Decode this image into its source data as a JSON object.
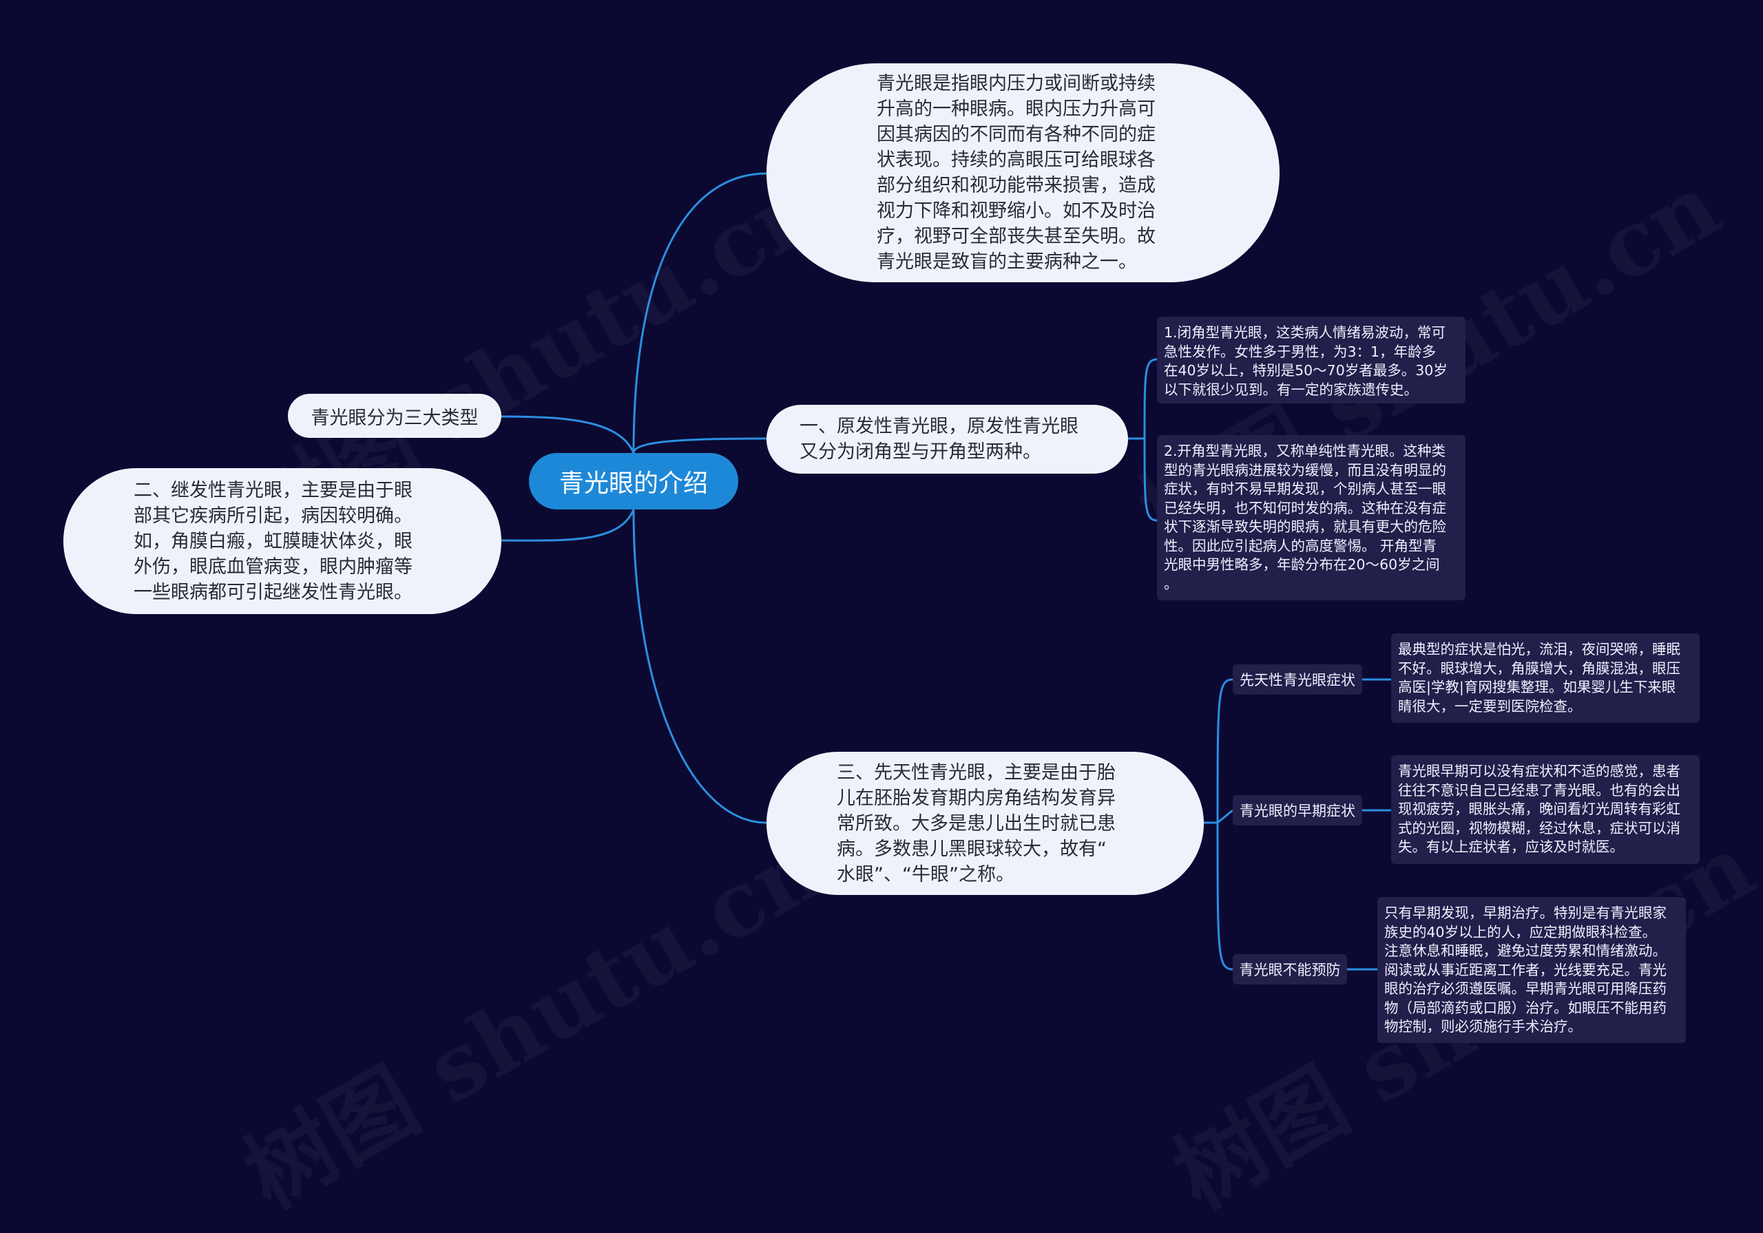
{
  "watermark": "树图 shutu.cn",
  "root": {
    "label": "青光眼的介绍"
  },
  "definition": {
    "text": "青光眼是指眼内压力或间断或持续\n升高的一种眼病。眼内压力升高可\n因其病因的不同而有各种不同的症\n状表现。持续的高眼压可给眼球各\n部分组织和视功能带来损害，造成\n视力下降和视野缩小。如不及时治\n疗，视野可全部丧失甚至失明。故\n青光眼是致盲的主要病种之一。"
  },
  "types_label": {
    "text": "青光眼分为三大类型"
  },
  "secondary": {
    "text": "二、继发性青光眼，主要是由于眼\n部其它疾病所引起，病因较明确。\n如，角膜白瘢，虹膜睫状体炎，眼\n外伤，眼底血管病变，眼内肿瘤等\n一些眼病都可引起继发性青光眼。"
  },
  "primary": {
    "text": "一、原发性青光眼，原发性青光眼\n又分为闭角型与开角型两种。",
    "closed_angle": "1.闭角型青光眼，这类病人情绪易波动，常可\n急性发作。女性多于男性，为3：1，年龄多\n在40岁以上，特别是50～70岁者最多。30岁\n以下就很少见到。有一定的家族遗传史。",
    "open_angle": "2.开角型青光眼，又称单纯性青光眼。这种类\n型的青光眼病进展较为缓慢，而且没有明显的\n症状，有时不易早期发现，个别病人甚至一眼\n已经失明，也不知何时发的病。这种在没有症\n状下逐渐导致失明的眼病，就具有更大的危险\n性。因此应引起病人的高度警惕。 开角型青\n光眼中男性略多，年龄分布在20～60岁之间\n。"
  },
  "congenital": {
    "text": "三、先天性青光眼，主要是由于胎\n儿在胚胎发育期内房角结构发育异\n常所致。大多是患儿出生时就已患\n病。多数患儿黑眼球较大，故有“\n水眼”、“牛眼”之称。",
    "children": [
      {
        "label": "先天性青光眼症状",
        "detail": "最典型的症状是怕光，流泪，夜间哭啼，睡眠\n不好。眼球增大，角膜增大，角膜混浊，眼压\n高医|学教|育网搜集整理。如果婴儿生下来眼\n睛很大，一定要到医院检查。"
      },
      {
        "label": "青光眼的早期症状",
        "detail": "青光眼早期可以没有症状和不适的感觉，患者\n往往不意识自己已经患了青光眼。也有的会出\n现视疲劳，眼胀头痛，晚间看灯光周转有彩虹\n式的光圈，视物模糊，经过休息，症状可以消\n失。有以上症状者，应该及时就医。"
      },
      {
        "label": "青光眼不能预防",
        "detail": "只有早期发现，早期治疗。特别是有青光眼家\n族史的40岁以上的人，应定期做眼科检查。\n注意休息和睡眠，避免过度劳累和情绪激动。\n阅读或从事近距离工作者，光线要充足。青光\n眼的治疗必须遵医嘱。早期青光眼可用降压药\n物（局部滴药或口服）治疗。如眼压不能用药\n物控制，则必须施行手术治疗。"
      }
    ]
  },
  "colors": {
    "background": "#0b0932",
    "link": "#2b8fe0",
    "root": "#1e88d8",
    "light_node": "#eef3fb",
    "dark_node": "#221f4a"
  }
}
